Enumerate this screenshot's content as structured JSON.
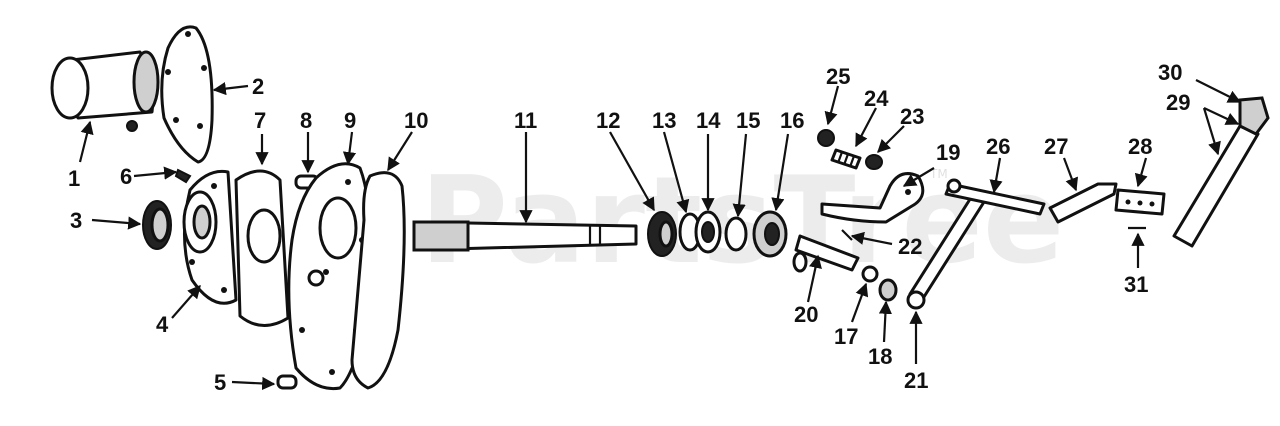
{
  "watermark": {
    "text": "PartsTree",
    "trademark": "TM"
  },
  "callouts": {
    "c1": "1",
    "c2": "2",
    "c3": "3",
    "c4": "4",
    "c5": "5",
    "c6": "6",
    "c7": "7",
    "c8": "8",
    "c9": "9",
    "c10": "10",
    "c11": "11",
    "c12": "12",
    "c13": "13",
    "c14": "14",
    "c15": "15",
    "c16": "16",
    "c17": "17",
    "c18": "18",
    "c19": "19",
    "c20": "20",
    "c21": "21",
    "c22": "22",
    "c23": "23",
    "c24": "24",
    "c25": "25",
    "c26": "26",
    "c27": "27",
    "c28": "28",
    "c29": "29",
    "c30": "30",
    "c31": "31"
  },
  "colors": {
    "ink": "#111111",
    "paper": "#ffffff",
    "watermark": "#000000"
  }
}
